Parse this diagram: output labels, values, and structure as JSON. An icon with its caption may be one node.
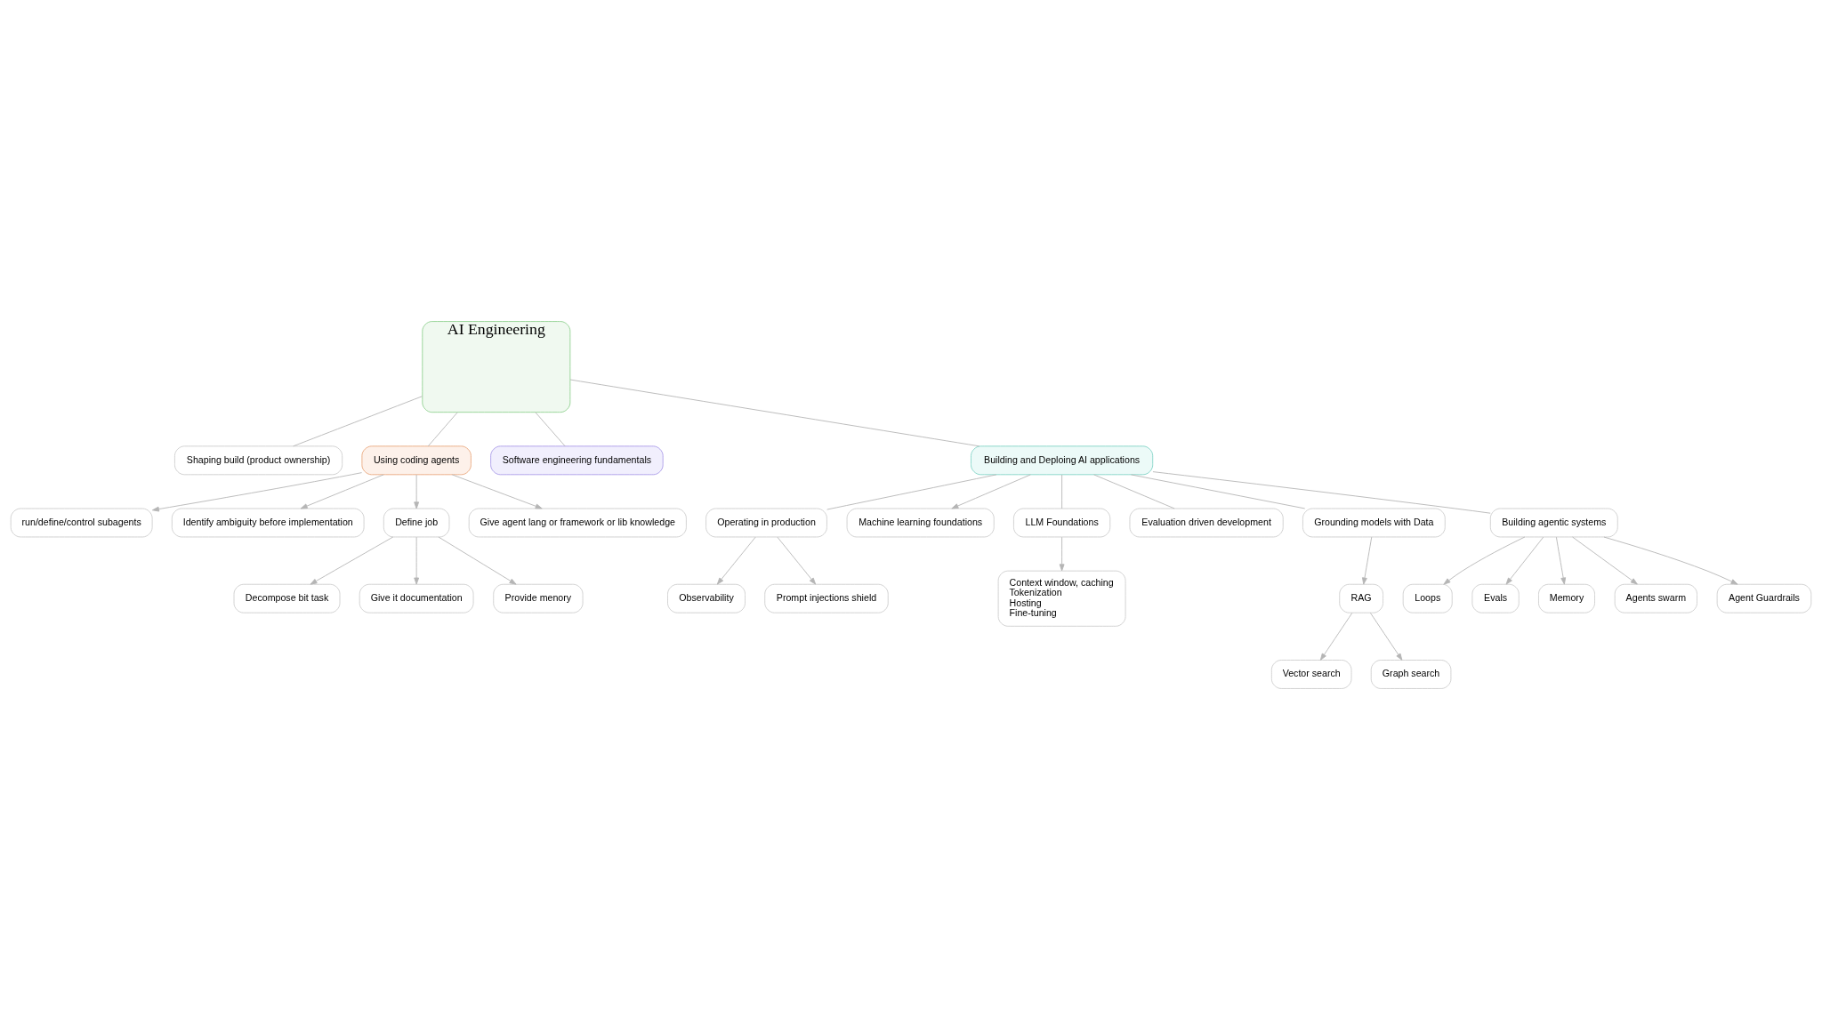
{
  "diagram": {
    "nodes": [
      {
        "text": [
          "AI Engineering"
        ]
      },
      {
        "text": [
          "Shaping build (product ownership)"
        ]
      },
      {
        "text": [
          "Using coding agents"
        ]
      },
      {
        "text": [
          "Software engineering fundamentals"
        ]
      },
      {
        "text": [
          "Building and Deploing AI applications"
        ]
      },
      {
        "text": [
          "run/define/control subagents"
        ]
      },
      {
        "text": [
          "Identify ambiguity before implementation"
        ]
      },
      {
        "text": [
          "Define job"
        ]
      },
      {
        "text": [
          "Give agent lang or framework or lib knowledge"
        ]
      },
      {
        "text": [
          "Decompose bit task"
        ]
      },
      {
        "text": [
          "Give it documentation"
        ]
      },
      {
        "text": [
          "Provide menory"
        ]
      },
      {
        "text": [
          "Operating in production"
        ]
      },
      {
        "text": [
          "Observability"
        ]
      },
      {
        "text": [
          "Prompt injections shield"
        ]
      },
      {
        "text": [
          "Machine learning foundations"
        ]
      },
      {
        "text": [
          "LLM Foundations"
        ]
      },
      {
        "text": [
          "Evaluation driven development"
        ]
      },
      {
        "text": [
          "Grounding models with Data"
        ]
      },
      {
        "text": [
          "Building agentic systems"
        ]
      },
      {
        "text": [
          "Context window, caching",
          "Tokenization",
          "Hosting",
          "Fine-tuning"
        ]
      },
      {
        "text": [
          "RAG"
        ]
      },
      {
        "text": [
          "Loops"
        ]
      },
      {
        "text": [
          "Evals"
        ]
      },
      {
        "text": [
          "Memory"
        ]
      },
      {
        "text": [
          "Agents swarm"
        ]
      },
      {
        "text": [
          "Vector search"
        ]
      },
      {
        "text": [
          "Graph search"
        ]
      },
      {
        "text": [
          "Agent Guardrails"
        ]
      }
    ],
    "edges": [
      {
        "from": 0,
        "to": 1,
        "arrow": "none"
      },
      {
        "from": 0,
        "to": 2,
        "arrow": "none"
      },
      {
        "from": 0,
        "to": 3,
        "arrow": "none"
      },
      {
        "from": 0,
        "to": 4,
        "arrow": "none"
      },
      {
        "from": 2,
        "to": 5,
        "arrow": "to"
      },
      {
        "from": 2,
        "to": 6,
        "arrow": "to"
      },
      {
        "from": 2,
        "to": 7,
        "arrow": "to"
      },
      {
        "from": 2,
        "to": 8,
        "arrow": "to"
      },
      {
        "from": 7,
        "to": 9,
        "arrow": "to"
      },
      {
        "from": 7,
        "to": 10,
        "arrow": "to"
      },
      {
        "from": 7,
        "to": 11,
        "arrow": "to"
      },
      {
        "from": 4,
        "to": 12,
        "arrow": "none"
      },
      {
        "from": 12,
        "to": 13,
        "arrow": "to"
      },
      {
        "from": 12,
        "to": 14,
        "arrow": "to"
      },
      {
        "from": 4,
        "to": 15,
        "arrow": "to"
      },
      {
        "from": 4,
        "to": 16,
        "arrow": "none"
      },
      {
        "from": 4,
        "to": 17,
        "arrow": "none"
      },
      {
        "from": 4,
        "to": 18,
        "arrow": "none"
      },
      {
        "from": 4,
        "to": 19,
        "arrow": "none"
      },
      {
        "from": 16,
        "to": 20,
        "arrow": "to"
      },
      {
        "from": 18,
        "to": 21,
        "arrow": "to"
      },
      {
        "from": 21,
        "to": 26,
        "arrow": "to"
      },
      {
        "from": 21,
        "to": 27,
        "arrow": "to"
      },
      {
        "from": 19,
        "to": 22,
        "arrow": "to"
      },
      {
        "from": 19,
        "to": 23,
        "arrow": "to"
      },
      {
        "from": 19,
        "to": 24,
        "arrow": "to"
      },
      {
        "from": 19,
        "to": 25,
        "arrow": "to"
      },
      {
        "from": 19,
        "to": 28,
        "arrow": "to"
      }
    ]
  }
}
